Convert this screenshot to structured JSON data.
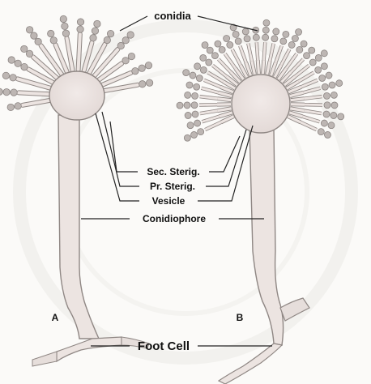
{
  "diagram": {
    "labels": {
      "conidia": "conidia",
      "secondary_sterigmata": "Sec. Sterig.",
      "primary_sterigmata": "Pr. Sterig.",
      "vesicle": "Vesicle",
      "conidiophore": "Conidiophore",
      "foot_cell": "Foot Cell"
    },
    "panels": {
      "left": "A",
      "right": "B"
    },
    "colors": {
      "cell_fill": "#ece4e1",
      "cell_stroke": "#8f8784",
      "conidia_fill": "#bdb6b3",
      "leader_line": "#222222",
      "watermark": "#ecebe7"
    }
  }
}
